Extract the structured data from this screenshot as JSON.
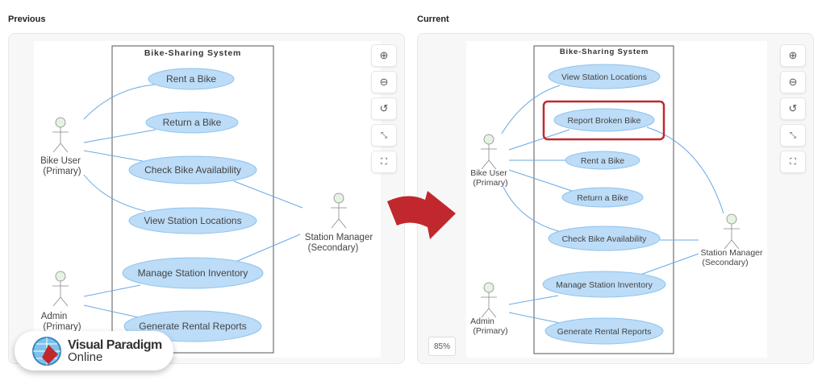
{
  "previous": {
    "heading": "Previous",
    "system_title": "Bike-Sharing System",
    "use_cases": [
      "Rent a Bike",
      "Return a Bike",
      "Check Bike Availability",
      "View Station Locations",
      "Manage Station Inventory",
      "Generate Rental Reports"
    ],
    "actors": {
      "bike_user": [
        "Bike User",
        "(Primary)"
      ],
      "admin": [
        "Admin",
        "(Primary)"
      ],
      "station_manager": [
        "Station Manager",
        "(Secondary)"
      ]
    }
  },
  "current": {
    "heading": "Current",
    "system_title": "Bike-Sharing System",
    "use_cases": [
      "View Station Locations",
      "Report Broken Bike",
      "Rent a Bike",
      "Return a Bike",
      "Check Bike Availability",
      "Manage Station Inventory",
      "Generate Rental Reports"
    ],
    "highlighted_use_case": "Report Broken Bike",
    "actors": {
      "bike_user": [
        "Bike User",
        "(Primary)"
      ],
      "admin": [
        "Admin",
        "(Primary)"
      ],
      "station_manager": [
        "Station Manager",
        "(Secondary)"
      ]
    },
    "zoom_level": "85%"
  },
  "controls": [
    "zoom-in",
    "zoom-out",
    "reset",
    "fit",
    "fullscreen"
  ],
  "logo": {
    "line1": "Visual Paradigm",
    "line2": "Online"
  },
  "colors": {
    "usecase_fill": "#bcdcf7",
    "usecase_stroke": "#8ec3ee",
    "line": "#6aa9e4",
    "highlight": "#c0282d",
    "actor_head": "#e4f3e2"
  }
}
